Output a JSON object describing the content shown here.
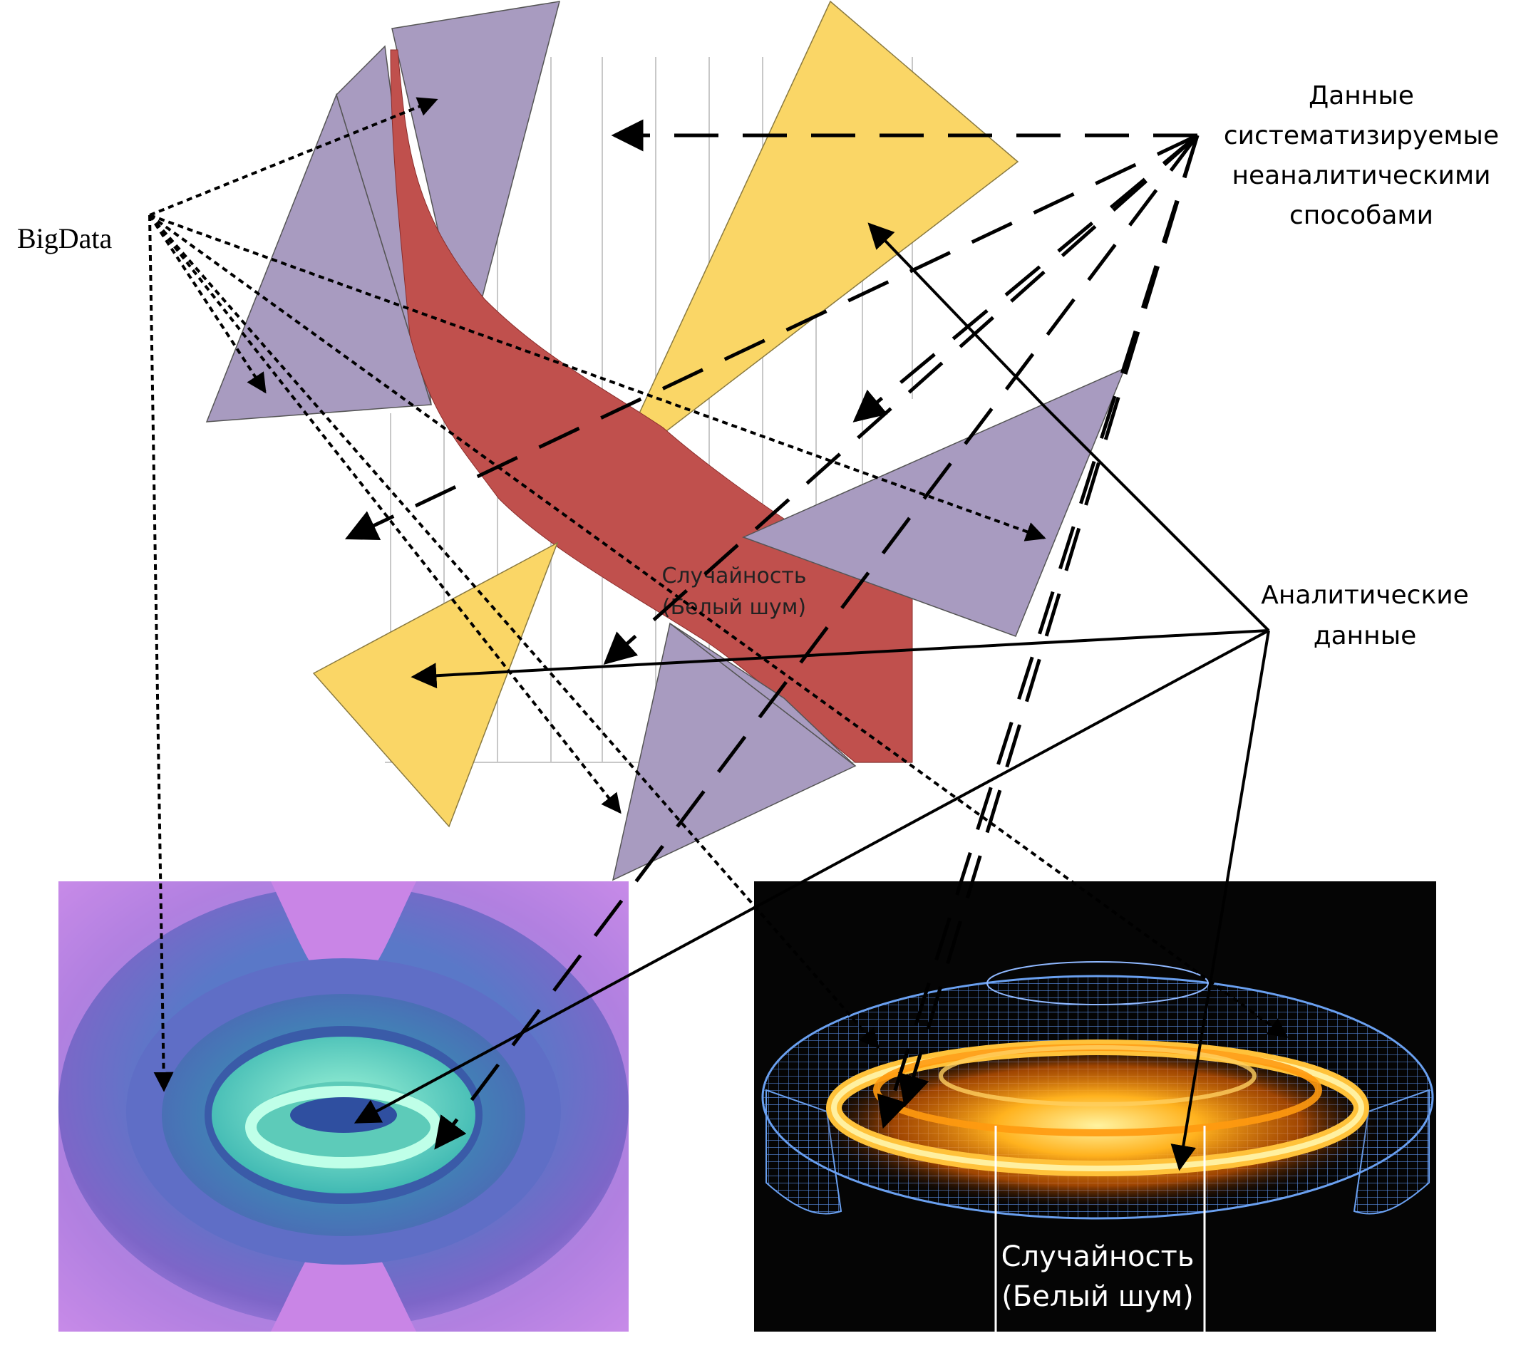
{
  "labels": {
    "bigdata": "BigData",
    "systematized_line1": "Данные",
    "systematized_line2": "систематизируемые",
    "systematized_line3": "неаналитическими",
    "systematized_line4": "способами",
    "analytic_line1": "Аналитические",
    "analytic_line2": "данные",
    "randomness_line1": "Случайность",
    "randomness_line2": "(Белый шум)",
    "photo_randomness_line1": "Случайность",
    "photo_randomness_line2": "(Белый шум)"
  },
  "colors": {
    "purple_shape": "#a89bc0",
    "yellow_shape": "#fad666",
    "red_band": "#c0504d",
    "grid_line": "#c8c8c8",
    "arrow": "#000000",
    "photo_left_bg": "#b57be0",
    "photo_right_bg": "#050505",
    "torus_glow": "#ffa500",
    "wireframe": "#4a7fd4"
  },
  "icons": {
    "left_photo": "nested-torus-surfaces-illustration",
    "right_photo": "tokamak-plasma-wireframe-illustration"
  }
}
